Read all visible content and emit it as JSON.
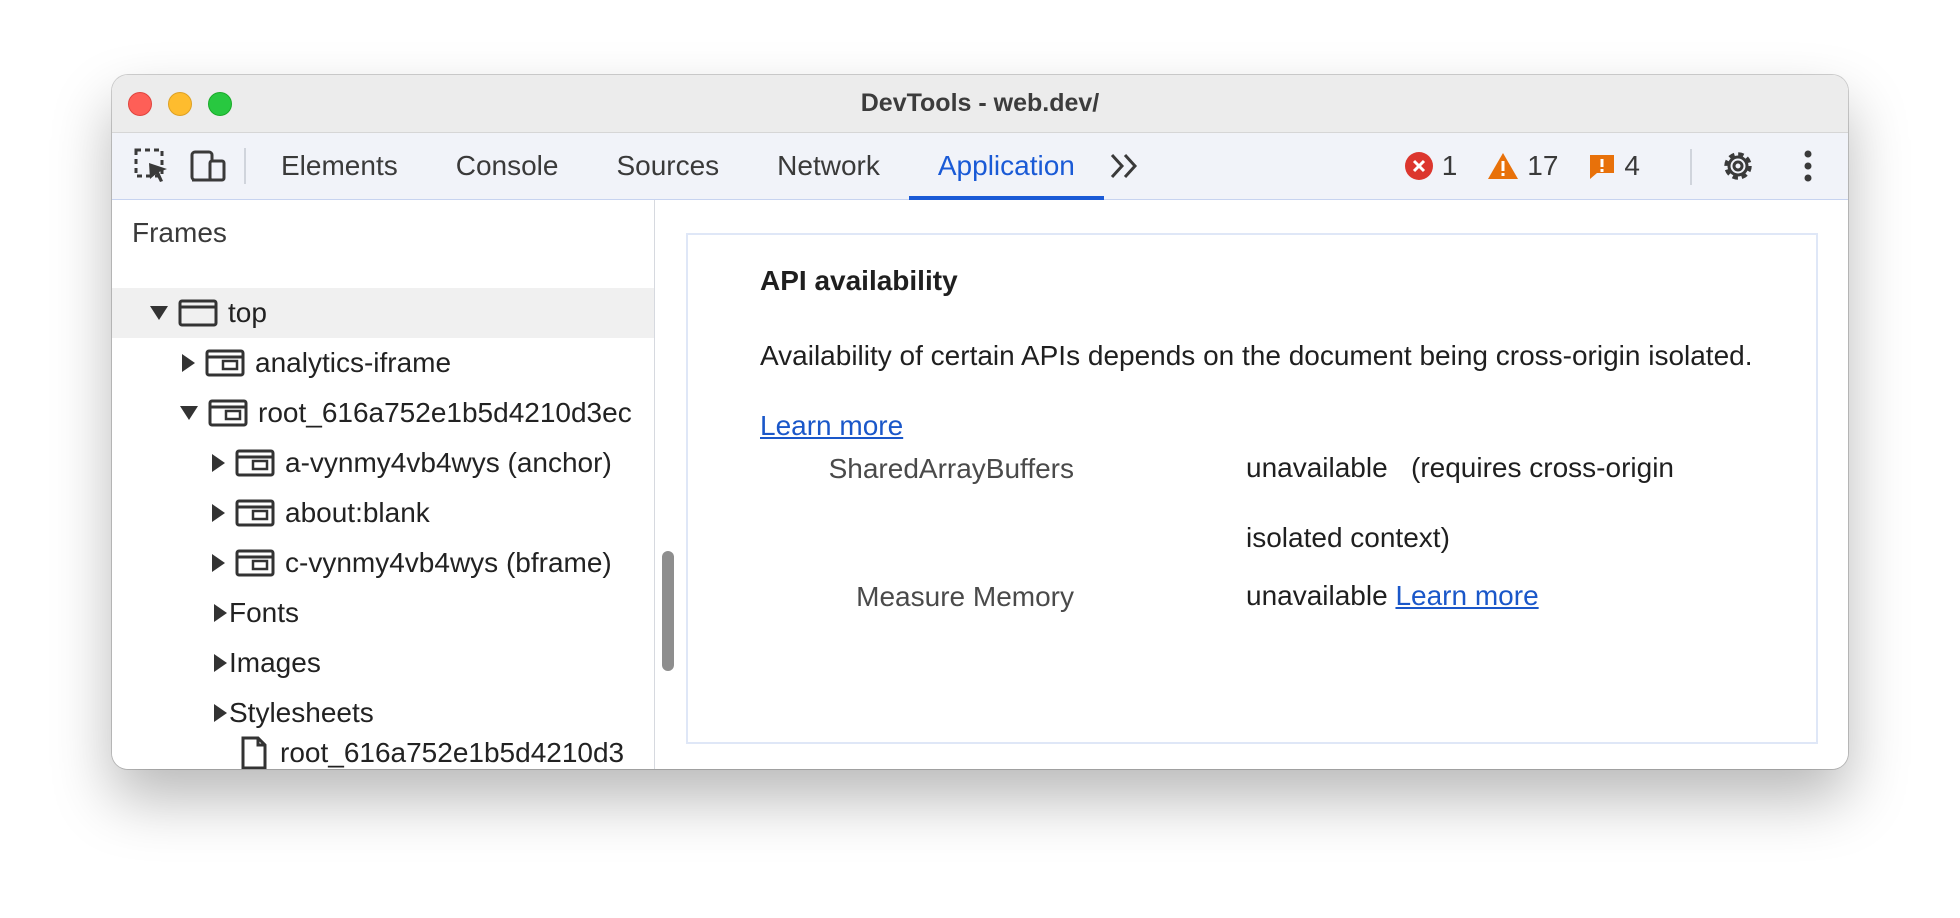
{
  "window": {
    "title": "DevTools - web.dev/"
  },
  "toolbar": {
    "tabs": [
      {
        "label": "Elements"
      },
      {
        "label": "Console"
      },
      {
        "label": "Sources"
      },
      {
        "label": "Network"
      },
      {
        "label": "Application"
      }
    ],
    "active_tab": "Application",
    "more_tabs_icon": "double-chevron-right-icon",
    "counters": {
      "errors": "1",
      "warnings": "17",
      "issues": "4"
    },
    "colors": {
      "accent": "#1a5ad6",
      "error": "#dc362e",
      "warning": "#e8710a",
      "issue": "#e8710a"
    }
  },
  "sidebar": {
    "section_title": "Frames",
    "tree": [
      {
        "label": "top",
        "expanded": true,
        "icon": "window-icon"
      },
      {
        "label": "analytics-iframe",
        "expanded": false,
        "icon": "frame-icon"
      },
      {
        "label": "root_616a752e1b5d4210d3ec",
        "expanded": true,
        "icon": "frame-icon"
      },
      {
        "label": "a-vynmy4vb4wys (anchor)",
        "expanded": false,
        "icon": "frame-icon"
      },
      {
        "label": "about:blank",
        "expanded": false,
        "icon": "frame-icon"
      },
      {
        "label": "c-vynmy4vb4wys (bframe)",
        "expanded": false,
        "icon": "frame-icon"
      },
      {
        "label": "Fonts",
        "expanded": false
      },
      {
        "label": "Images",
        "expanded": false
      },
      {
        "label": "Stylesheets",
        "expanded": false
      },
      {
        "label": "root_616a752e1b5d4210d3",
        "icon": "file-icon"
      }
    ]
  },
  "main": {
    "card_title": "API availability",
    "description": "Availability of certain APIs depends on the document being cross-origin isolated.",
    "description_link": "Learn more",
    "rows": [
      {
        "label": "SharedArrayBuffers",
        "value": "unavailable",
        "note": "(requires cross-origin isolated context)"
      },
      {
        "label": "Measure Memory",
        "value": "unavailable",
        "link": "Learn more"
      }
    ]
  }
}
